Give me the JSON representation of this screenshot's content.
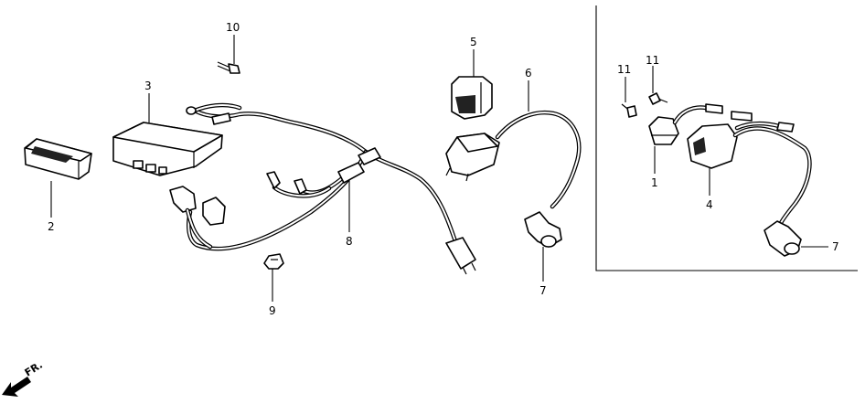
{
  "callouts": [
    {
      "id": "2",
      "text": "2"
    },
    {
      "id": "3",
      "text": "3"
    },
    {
      "id": "10",
      "text": "10"
    },
    {
      "id": "5",
      "text": "5"
    },
    {
      "id": "6",
      "text": "6"
    },
    {
      "id": "7a",
      "text": "7"
    },
    {
      "id": "8",
      "text": "8"
    },
    {
      "id": "9",
      "text": "9"
    },
    {
      "id": "11a",
      "text": "11"
    },
    {
      "id": "11b",
      "text": "11"
    },
    {
      "id": "1",
      "text": "1"
    },
    {
      "id": "4",
      "text": "4"
    },
    {
      "id": "7b",
      "text": "7"
    }
  ],
  "direction_marker": {
    "text": "FR.",
    "icon": "front-direction-arrow-icon"
  },
  "colors": {
    "line": "#000000",
    "background": "#ffffff"
  }
}
